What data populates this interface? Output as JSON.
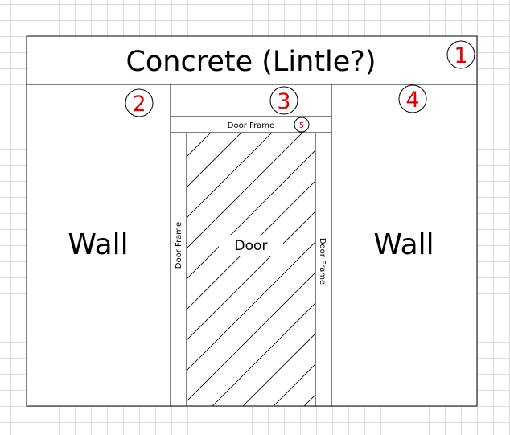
{
  "labels": {
    "concrete": "Concrete (Lintle?)",
    "wall_left": "Wall",
    "wall_right": "Wall",
    "door": "Door",
    "door_frame_top": "Door Frame",
    "door_frame_left": "Door Frame",
    "door_frame_right": "Door Frame"
  },
  "markers": {
    "m1": "1",
    "m2": "2",
    "m3": "3",
    "m4": "4",
    "m5": "5"
  },
  "colors": {
    "line": "#000000",
    "marker": "#e00000",
    "grid": "#dcdcdc"
  }
}
